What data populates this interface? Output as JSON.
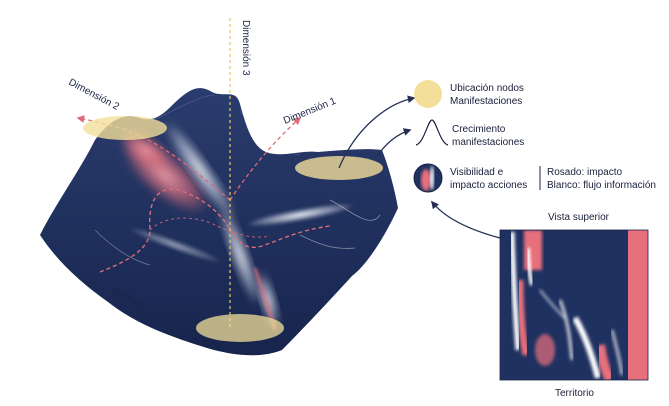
{
  "axes": {
    "dim1": "Dimensión 1",
    "dim2": "Dimensión 2",
    "dim3": "Dimensión 3",
    "territory": "Territorio"
  },
  "legend": {
    "nodes_line1": "Ubicación nodos",
    "nodes_line2": "Manifestaciones",
    "growth_line1": "Crecimiento",
    "growth_line2": "manifestaciones",
    "visibility_line1": "Visibilidad e",
    "visibility_line2": "impacto acciones",
    "pink_label": "Rosado: impacto",
    "white_label": "Blanco: flujo información"
  },
  "inset": {
    "title": "Vista superior",
    "territory": "Territorio"
  },
  "colors": {
    "surface": "#1f3160",
    "surface_dark": "#17254d",
    "node": "#f3df9a",
    "impact": "#e8707d",
    "flow": "#ffffff",
    "dashed_path": "#e06a78",
    "axis3": "#e9c75a",
    "text": "#1a2447"
  }
}
